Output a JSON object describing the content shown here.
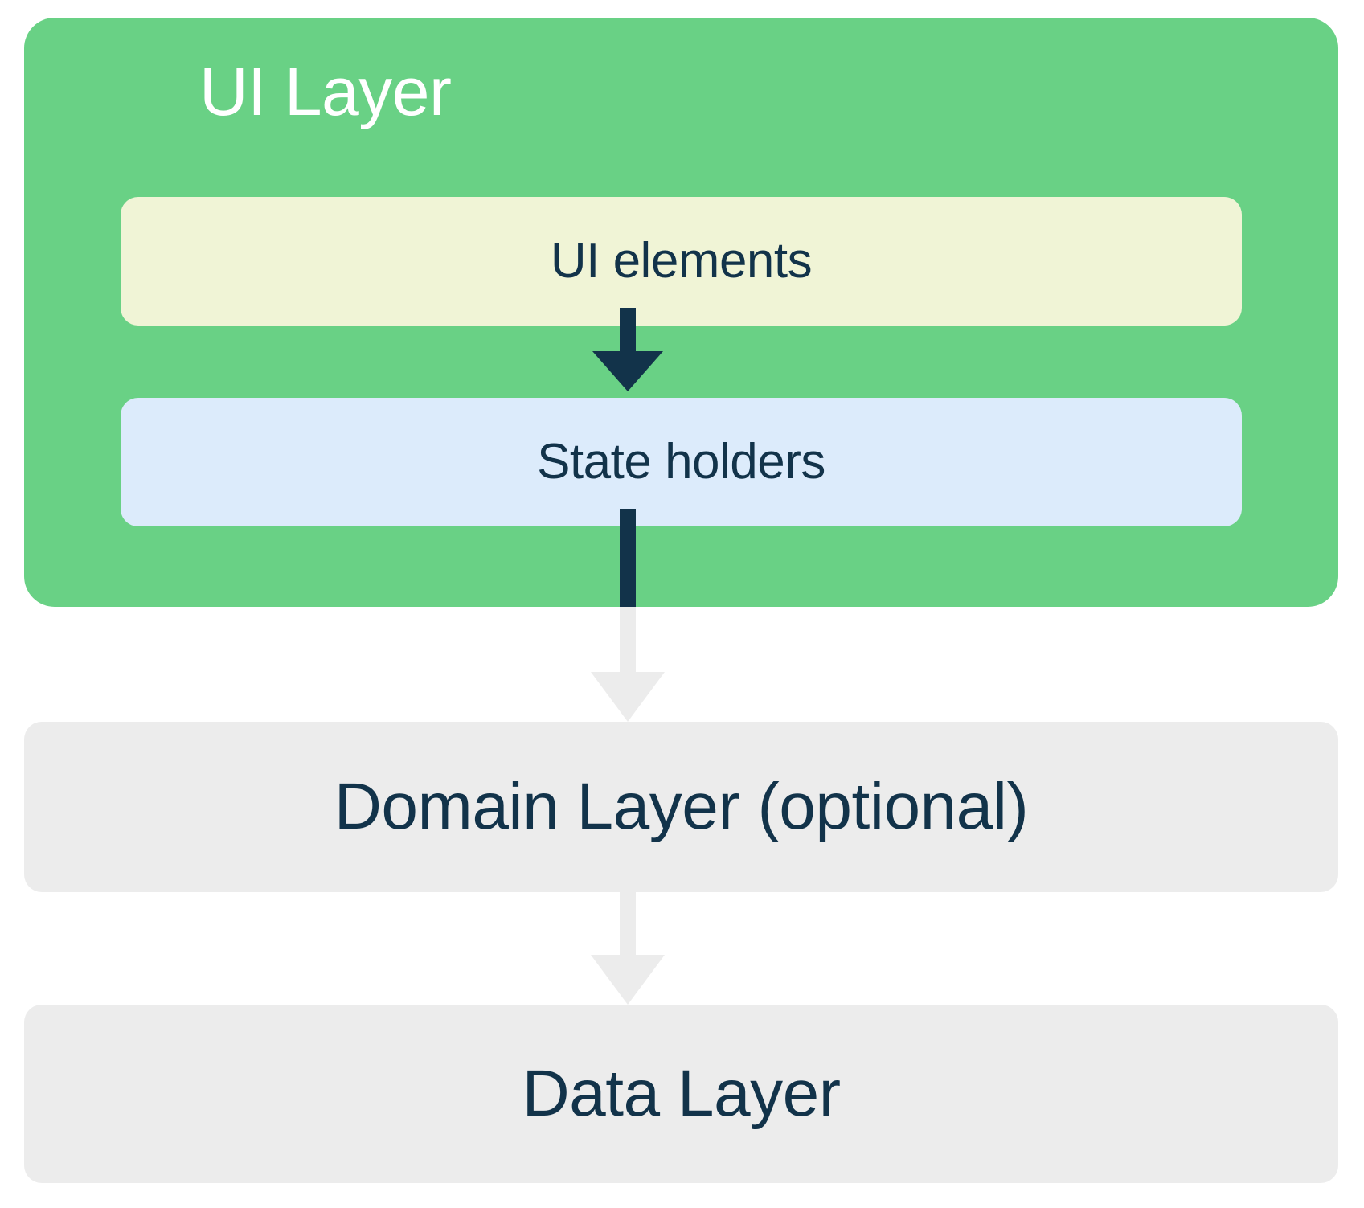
{
  "diagram": {
    "title_hidden": "Android app architecture layers",
    "ui_layer": {
      "label": "UI Layer",
      "color": "#69d185",
      "label_color": "#ffffff",
      "boxes": [
        {
          "label": "UI elements",
          "color": "#f0f4d6",
          "text_color": "#12334a"
        },
        {
          "label": "State holders",
          "color": "#dcebfb",
          "text_color": "#12334a"
        }
      ]
    },
    "layers": [
      {
        "label": "Domain Layer (optional)",
        "color": "#ececec",
        "text_color": "#12334a"
      },
      {
        "label": "Data Layer",
        "color": "#ececec",
        "text_color": "#12334a"
      }
    ],
    "arrows": [
      {
        "name": "ui-elements-to-state-holders",
        "color": "#12334a",
        "from": "UI elements",
        "to": "State holders"
      },
      {
        "name": "state-holders-to-domain-layer",
        "color": "#ececec",
        "stem_color": "#12334a",
        "from": "State holders",
        "to": "Domain Layer (optional)"
      },
      {
        "name": "domain-layer-to-data-layer",
        "color": "#ececec",
        "from": "Domain Layer (optional)",
        "to": "Data Layer"
      }
    ]
  }
}
